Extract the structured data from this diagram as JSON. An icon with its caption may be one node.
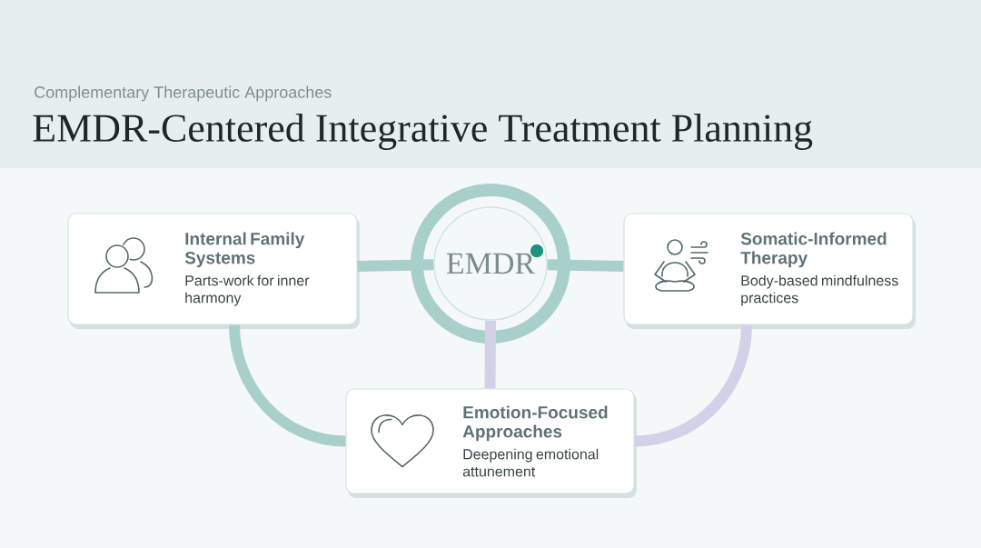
{
  "diagram": {
    "title": "EMDR-Centered Integrative Treatment Planning",
    "nodes": [
      {
        "text": [
          "Internal Family Systems",
          "Parts-work for inner harmony"
        ]
      },
      {
        "text": [
          "EMDR"
        ]
      },
      {
        "text": [
          "Somatic-Informed Therapy",
          "Body-based mindfulness practices"
        ]
      },
      {
        "text": [
          "Emotion-Focused Approaches",
          "Deepening emotional attunement"
        ]
      }
    ],
    "edges": [
      {
        "from": 0,
        "to": 1,
        "arrow": "none"
      },
      {
        "from": 1,
        "to": 2,
        "arrow": "none"
      },
      {
        "from": 1,
        "to": 3,
        "arrow": "none",
        "color": "#d3d1e8"
      },
      {
        "from": 0,
        "to": 3,
        "arrow": "none"
      },
      {
        "from": 2,
        "to": 3,
        "arrow": "none",
        "color": "#d3d1e8"
      }
    ],
    "labels": [
      "Complementary Therapeutic Approaches"
    ]
  }
}
